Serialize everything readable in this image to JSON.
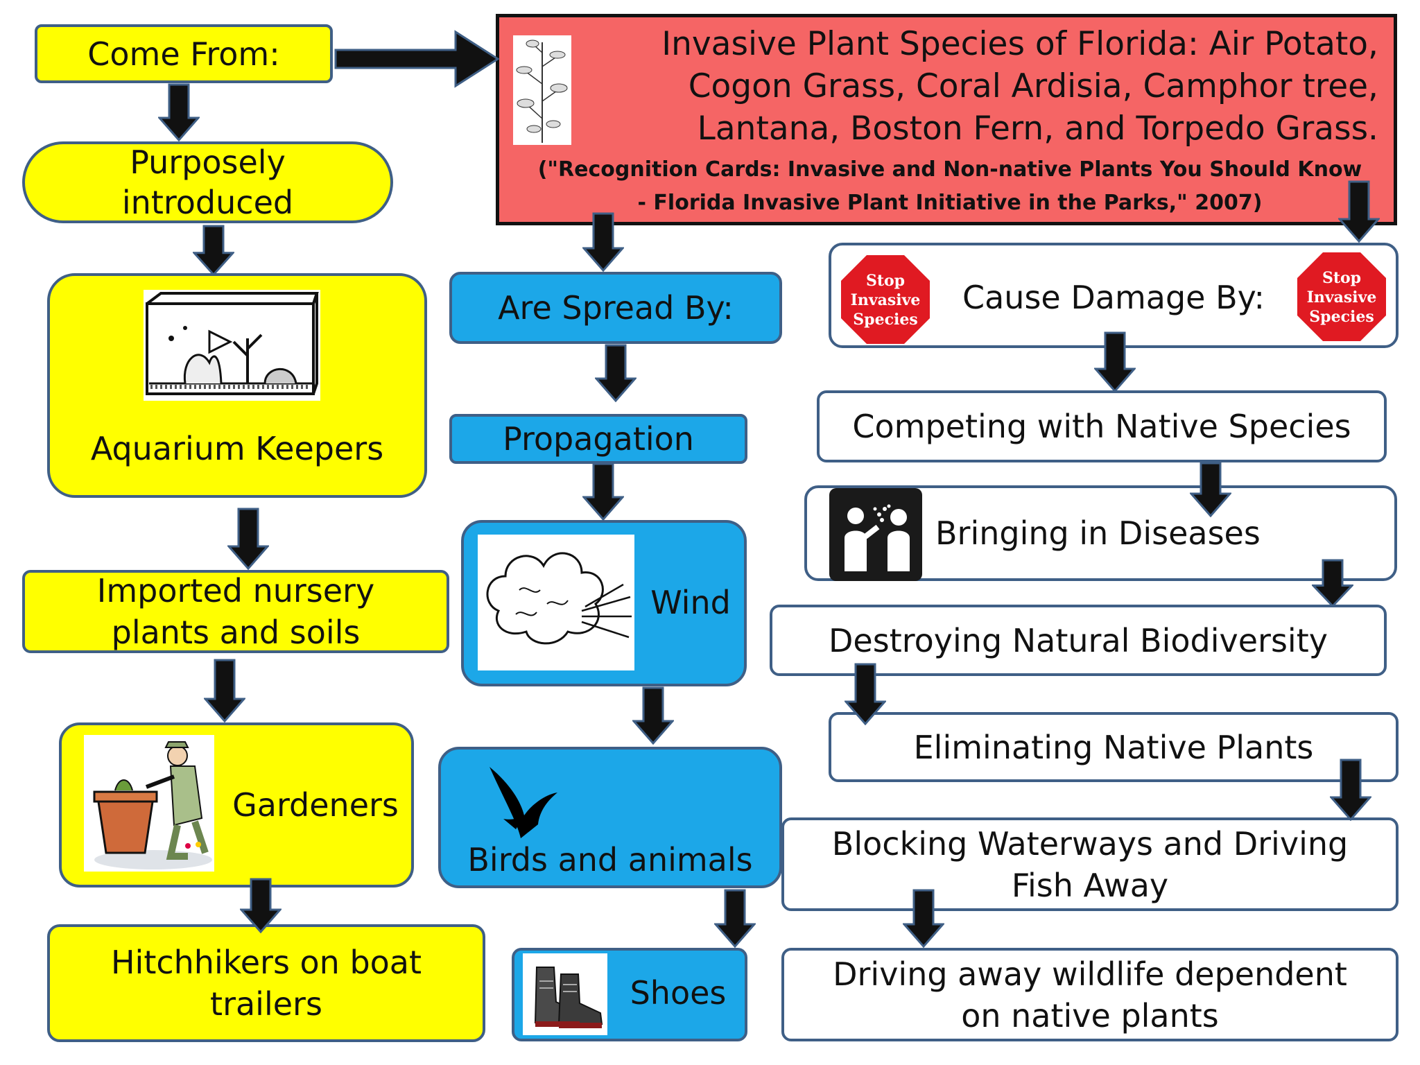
{
  "title": {
    "main": "Invasive Plant Species of Florida: Air Potato, Cogon Grass, Coral Ardisia, Camphor tree, Lantana, Boston Fern, and Torpedo Grass.",
    "citation": "(\"Recognition Cards: Invasive and Non-native Plants You Should Know - Florida Invasive Plant Initiative in the Parks,\" 2007)"
  },
  "come_from": {
    "heading": "Come From:",
    "items": [
      "Purposely introduced",
      "Aquarium Keepers",
      "Imported nursery plants and soils",
      "Gardeners",
      "Hitchhikers on boat trailers"
    ]
  },
  "spread": {
    "heading": "Are Spread By:",
    "items": [
      "Propagation",
      "Wind",
      "Birds and animals",
      "Shoes"
    ]
  },
  "damage": {
    "heading": "Cause Damage By:",
    "stop_sign_text": [
      "Stop",
      "Invasive",
      "Species"
    ],
    "items": [
      "Competing with Native Species",
      "Bringing in Diseases",
      "Destroying Natural Biodiversity",
      "Eliminating Native Plants",
      "Blocking Waterways and Driving Fish Away",
      "Driving away wildlife dependent on native plants"
    ]
  },
  "colors": {
    "yellow": "#ffff00",
    "blue": "#1ca7e8",
    "red": "#f56565",
    "border": "#3f5f86",
    "arrow": "#111111",
    "arrow_edge": "#3f5f86",
    "stop_red": "#e01a22"
  },
  "icons": [
    "plant-illustration",
    "aquarium-icon",
    "gardener-icon",
    "wind-cloud-icon",
    "bird-silhouette-icon",
    "boots-icon",
    "stop-sign-icon",
    "disease-spread-icon"
  ]
}
